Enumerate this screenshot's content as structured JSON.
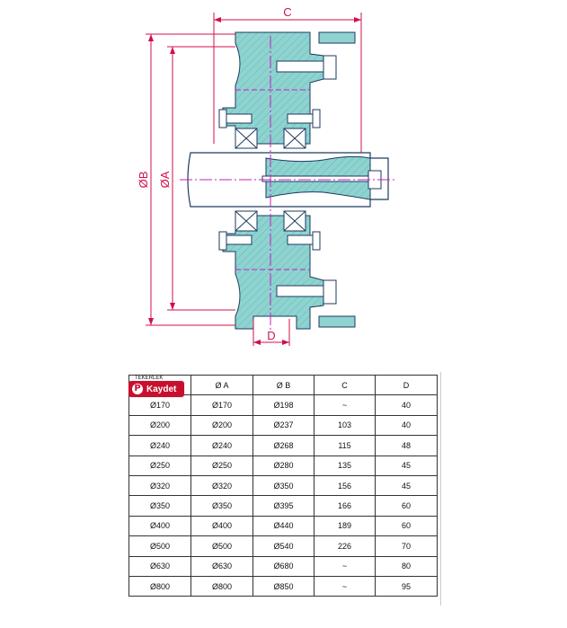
{
  "drawing": {
    "dimensions": {
      "c_label": "C",
      "b_label": "ØB",
      "a_label": "ØA",
      "d_label": "D"
    },
    "colors": {
      "body": "#8fd3d0",
      "outline": "#1e3a5f",
      "dimension": "#d0104a",
      "center_line": "#c020c0"
    }
  },
  "table": {
    "headers": [
      "TEKERLEK",
      "Ø A",
      "Ø B",
      "C",
      "D"
    ],
    "rows": [
      [
        "Ø170",
        "Ø170",
        "Ø198",
        "~",
        "40"
      ],
      [
        "Ø200",
        "Ø200",
        "Ø237",
        "103",
        "40"
      ],
      [
        "Ø240",
        "Ø240",
        "Ø268",
        "115",
        "48"
      ],
      [
        "Ø250",
        "Ø250",
        "Ø280",
        "135",
        "45"
      ],
      [
        "Ø320",
        "Ø320",
        "Ø350",
        "156",
        "45"
      ],
      [
        "Ø350",
        "Ø350",
        "Ø395",
        "166",
        "60"
      ],
      [
        "Ø400",
        "Ø400",
        "Ø440",
        "189",
        "60"
      ],
      [
        "Ø500",
        "Ø500",
        "Ø540",
        "226",
        "70"
      ],
      [
        "Ø630",
        "Ø630",
        "Ø680",
        "~",
        "80"
      ],
      [
        "Ø800",
        "Ø800",
        "Ø850",
        "~",
        "95"
      ]
    ]
  },
  "pin_button": {
    "label": "Kaydet",
    "icon": "pinterest-icon"
  }
}
